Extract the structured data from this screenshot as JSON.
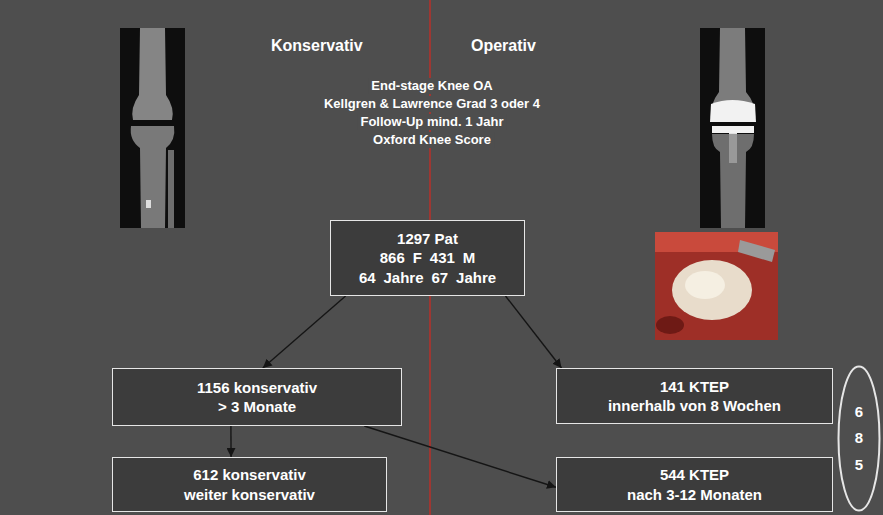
{
  "diagram": {
    "nodes": [
      {
        "text": [
          "1297 Pat",
          "866 F 431 M",
          "64 Jahre 67 Jahre"
        ]
      },
      {
        "text": [
          "1156 konservativ",
          "> 3 Monate"
        ]
      },
      {
        "text": [
          "141 KTEP",
          "innerhalb von 8 Wochen"
        ]
      },
      {
        "text": [
          "612 konservativ",
          "weiter konservativ"
        ]
      },
      {
        "text": [
          "544 KTEP",
          "nach 3-12 Monaten"
        ]
      },
      {
        "text": [
          "6 8 5"
        ]
      }
    ],
    "edges": [
      {
        "from": 0,
        "to": 1,
        "arrow": "to"
      },
      {
        "from": 0,
        "to": 2,
        "arrow": "to"
      },
      {
        "from": 1,
        "to": 3,
        "arrow": "to"
      },
      {
        "from": 1,
        "to": 4,
        "arrow": "to"
      }
    ],
    "labels": [
      "Konservativ",
      "Operativ",
      "End-stage Knee OA",
      "Kellgren & Lawrence Grad 3 oder 4",
      "Follow-Up mind. 1 Jahr",
      "Oxford Knee Score"
    ]
  }
}
